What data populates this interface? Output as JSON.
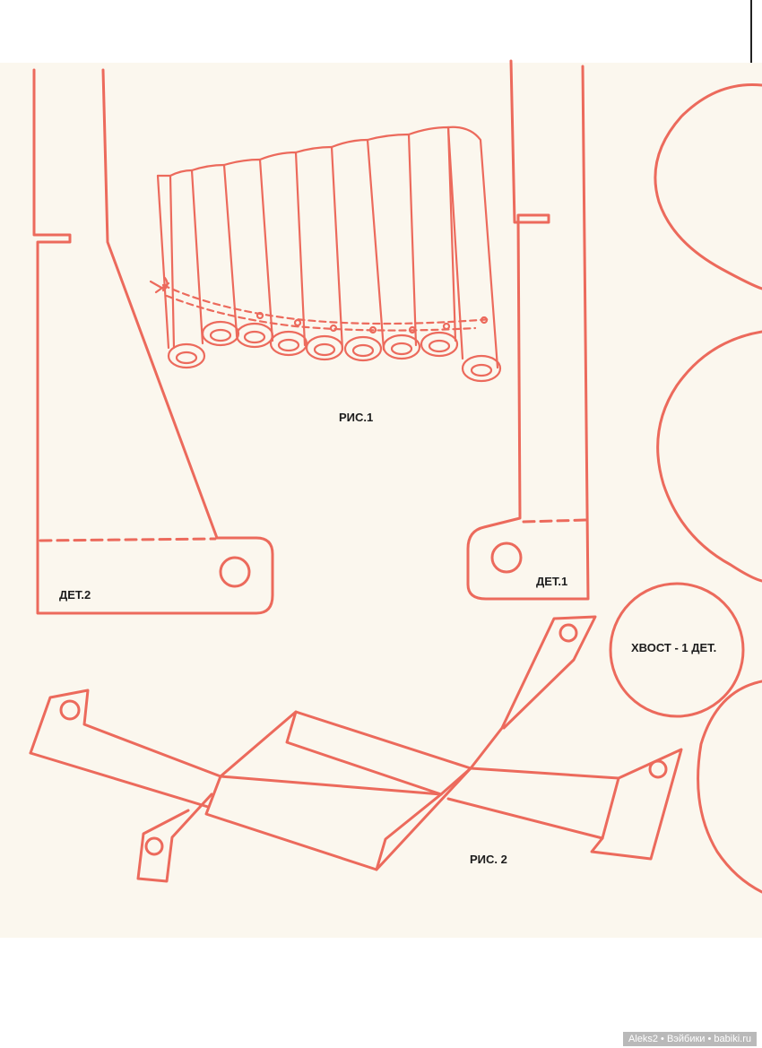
{
  "labels": {
    "fig1": "РИС.1",
    "fig2": "РИС. 2",
    "part1": "ДЕТ.1",
    "part2": "ДЕТ.2",
    "tail": "ХВОСТ - 1 ДЕТ."
  },
  "watermark": "Aleks2 • Вэйбики • babiki.ru",
  "colors": {
    "outline": "#ec6a5c",
    "paper": "#fbf7ee",
    "text": "#1d1d1d",
    "binding": "#1a1a1a"
  }
}
